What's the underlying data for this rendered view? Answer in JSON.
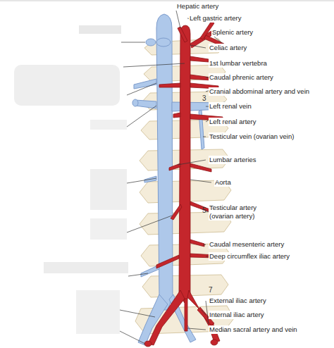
{
  "diagram": {
    "labels": [
      "Hepatic artery",
      "Left gastric artery",
      "Splenic artery",
      "Celiac artery",
      "1st lumbar vertebra",
      "Caudal phrenic artery",
      "Cranial abdominal artery and vein",
      "Left renal vein",
      "Left renal artery",
      "Testicular vein (ovarian vein)",
      "Lumbar arteries",
      "Aorta",
      "Testicular artery (ovarian artery)",
      "Caudal mesenteric artery",
      "Deep circumflex iliac artery",
      "External iliac artery",
      "Internal iliac artery",
      "Median sacral artery and vein",
      "3",
      "5",
      "7"
    ]
  }
}
